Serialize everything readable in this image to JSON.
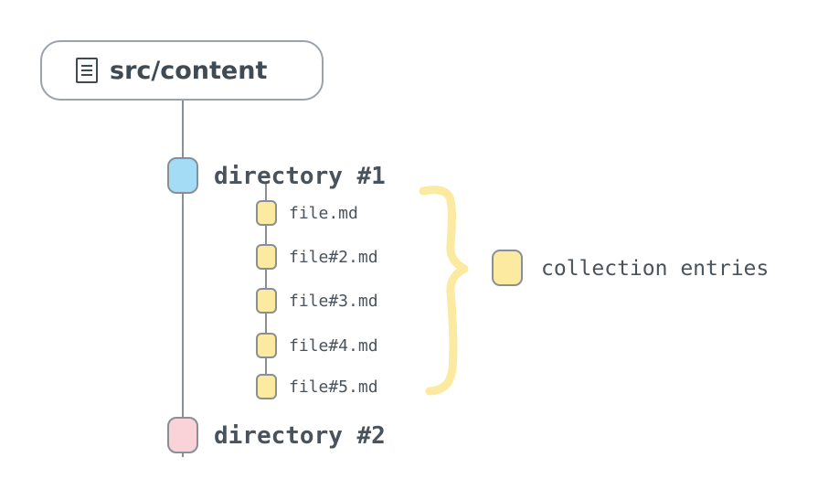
{
  "diagram": {
    "root": {
      "label": "src/content",
      "icon": "document-list-icon"
    },
    "directories": [
      {
        "label": "directory #1",
        "color": "#a5dcf5"
      },
      {
        "label": "directory #2",
        "color": "#fad3d8"
      }
    ],
    "files": [
      {
        "label": "file.md"
      },
      {
        "label": "file#2.md"
      },
      {
        "label": "file#3.md"
      },
      {
        "label": "file#4.md"
      },
      {
        "label": "file#5.md"
      }
    ],
    "legend": {
      "label": "collection entries",
      "swatch_color": "#fbeaa0",
      "brace_color": "#fbeaa0"
    },
    "colors": {
      "line": "#8a8f95",
      "text": "#4a535b",
      "root_text": "#3e4a54",
      "node_border": "#8a8f95",
      "file_fill": "#fbeaa0",
      "background": "#ffffff"
    }
  }
}
